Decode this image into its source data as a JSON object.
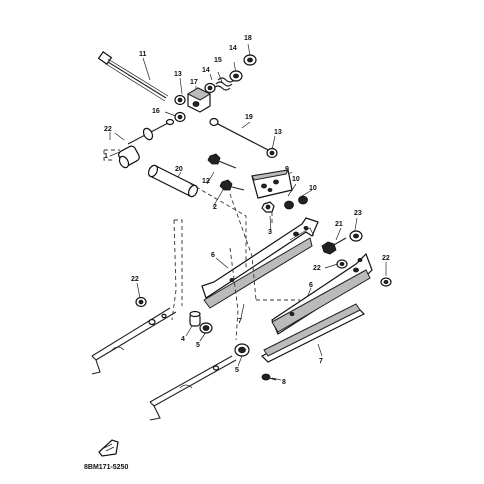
{
  "diagram_code": "8BM171-5250",
  "callouts": [
    {
      "id": "c18",
      "text": "18"
    },
    {
      "id": "c14a",
      "text": "14"
    },
    {
      "id": "c11",
      "text": "11"
    },
    {
      "id": "c15",
      "text": "15"
    },
    {
      "id": "c14b",
      "text": "14"
    },
    {
      "id": "c13a",
      "text": "13"
    },
    {
      "id": "c17",
      "text": "17"
    },
    {
      "id": "c16",
      "text": "16"
    },
    {
      "id": "c19",
      "text": "19"
    },
    {
      "id": "c22a",
      "text": "22"
    },
    {
      "id": "c1",
      "text": "1"
    },
    {
      "id": "c13b",
      "text": "13"
    },
    {
      "id": "c9",
      "text": "9"
    },
    {
      "id": "c20",
      "text": "20"
    },
    {
      "id": "c12",
      "text": "12"
    },
    {
      "id": "c10a",
      "text": "10"
    },
    {
      "id": "c10b",
      "text": "10"
    },
    {
      "id": "c2",
      "text": "2"
    },
    {
      "id": "c3",
      "text": "3"
    },
    {
      "id": "c21",
      "text": "21"
    },
    {
      "id": "c23",
      "text": "23"
    },
    {
      "id": "c6a",
      "text": "6"
    },
    {
      "id": "c22b",
      "text": "22"
    },
    {
      "id": "c22c",
      "text": "22"
    },
    {
      "id": "c22d",
      "text": "22"
    },
    {
      "id": "c6b",
      "text": "6"
    },
    {
      "id": "c7a",
      "text": "7"
    },
    {
      "id": "c4",
      "text": "4"
    },
    {
      "id": "c5a",
      "text": "5"
    },
    {
      "id": "c7b",
      "text": "7"
    },
    {
      "id": "c5b",
      "text": "5"
    },
    {
      "id": "c8",
      "text": "8"
    }
  ]
}
